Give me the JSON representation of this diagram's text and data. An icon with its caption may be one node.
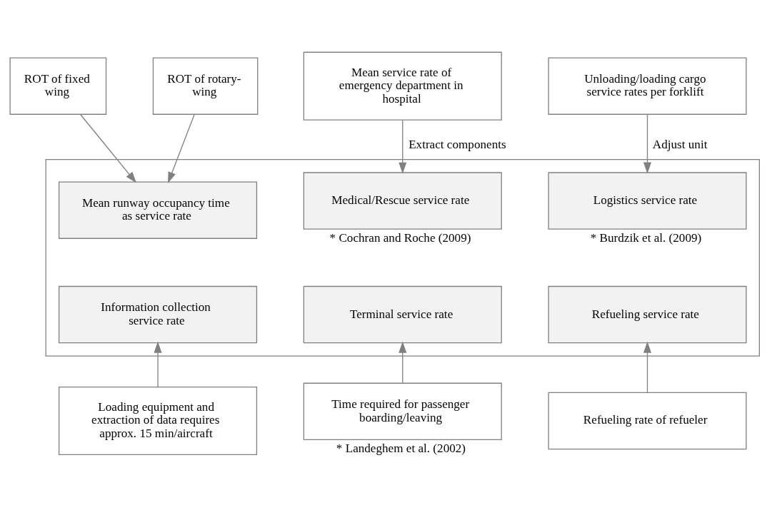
{
  "diagram": {
    "nodes": [
      {
        "text": [
          "ROT of fixed wing"
        ]
      },
      {
        "text": [
          "ROT of rotary-wing"
        ]
      },
      {
        "text": [
          "Mean service rate of emergency department in hospital"
        ]
      },
      {
        "text": [
          "Unloading/loading cargo service rates per forklift"
        ]
      },
      {
        "text": [],
        "shape": "box"
      },
      {
        "text": [
          "Mean runway occupancy time as service rate"
        ],
        "in": 4
      },
      {
        "text": [
          "Medical/Rescue service rate"
        ],
        "in": 4,
        "beside": [
          "* Cochran and Roche (2009)"
        ]
      },
      {
        "text": [
          "Logistics service rate"
        ],
        "in": 4,
        "beside": [
          "* Burdzik et al. (2009)"
        ]
      },
      {
        "text": [
          "Information collection service rate"
        ],
        "in": 4
      },
      {
        "text": [
          "Terminal service rate"
        ],
        "in": 4
      },
      {
        "text": [
          "Refueling service rate"
        ],
        "in": 4
      },
      {
        "text": [
          "Loading equipment and extraction of data requires approx. 15 min/aircraft"
        ]
      },
      {
        "text": [
          "Time required for passenger boarding/leaving"
        ],
        "beside": [
          "* Landeghem et al. (2002)"
        ]
      },
      {
        "text": [
          "Refueling rate of refueler"
        ]
      }
    ],
    "edges": [
      {
        "from": 0,
        "to": 5,
        "arrow": "to"
      },
      {
        "from": 1,
        "to": 5,
        "arrow": "to"
      },
      {
        "from": 2,
        "to": 6,
        "arrow": "to",
        "label": "Extract components"
      },
      {
        "from": 3,
        "to": 7,
        "arrow": "to",
        "label": "Adjust unit"
      },
      {
        "from": 11,
        "to": 8,
        "arrow": "to"
      },
      {
        "from": 12,
        "to": 9,
        "arrow": "to"
      },
      {
        "from": 13,
        "to": 10,
        "arrow": "to"
      }
    ]
  }
}
